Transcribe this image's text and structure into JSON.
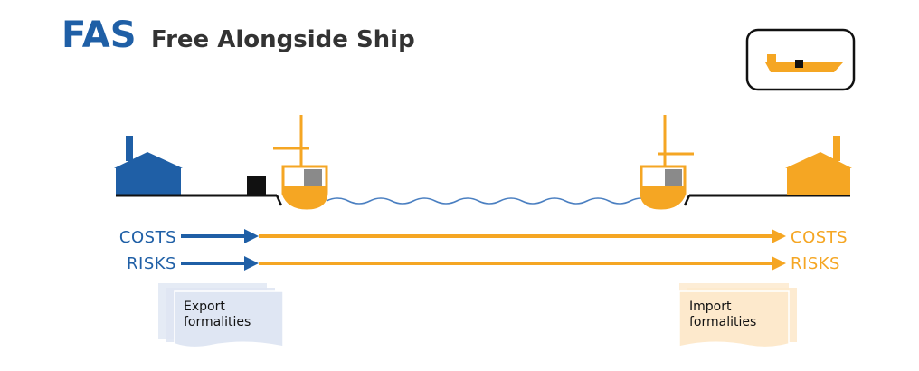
{
  "title": {
    "abbr": "FAS",
    "full": "Free Alongside Ship"
  },
  "colors": {
    "seller": "#1f5fa6",
    "buyer": "#f5a623",
    "ink": "#111111",
    "grey": "#8a8a8a",
    "title_grey": "#333333",
    "water": "#4a7fc1",
    "export_doc": "#dfe6f3",
    "import_doc": "#fde9cc"
  },
  "flows": {
    "left_costs": "COSTS",
    "left_risks": "RISKS",
    "right_costs": "COSTS",
    "right_risks": "RISKS"
  },
  "documents": {
    "export": [
      "Export",
      "formalities"
    ],
    "import": [
      "Import",
      "formalities"
    ]
  },
  "icons": {
    "badge": "cargo-ship-icon",
    "seller_building": "factory-icon",
    "buyer_building": "factory-icon",
    "cargo": "cargo-box-icon",
    "origin_ship": "ship-icon",
    "destination_ship": "ship-icon"
  }
}
